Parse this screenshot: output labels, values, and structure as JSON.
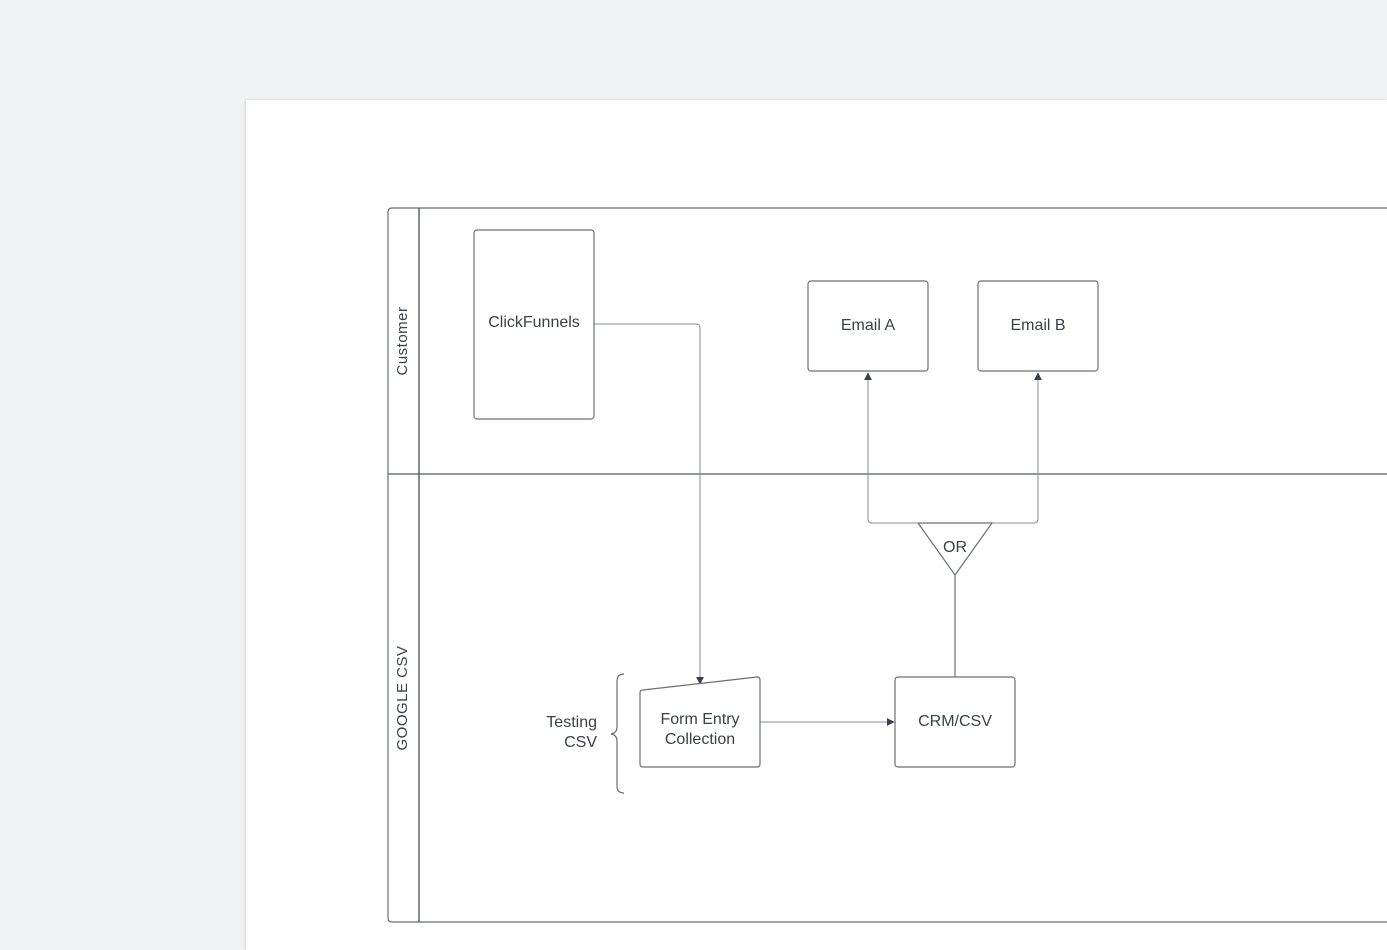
{
  "colors": {
    "background": "#f1f2f4",
    "page": "#ffffff",
    "stroke": "#6b7076",
    "connector": "#8a8f94",
    "arrowhead": "#3a414a",
    "text": "#3a414a"
  },
  "swimlanes": {
    "lanes": [
      {
        "label": "Customer"
      },
      {
        "label": "GOOGLE CSV"
      }
    ]
  },
  "shapes": {
    "clickfunnels": {
      "label": "ClickFunnels"
    },
    "email_a": {
      "label": "Email A"
    },
    "email_b": {
      "label": "Email B"
    },
    "or_gate": {
      "label": "OR"
    },
    "form_entry": {
      "line1": "Form Entry",
      "line2": "Collection"
    },
    "crm_csv": {
      "label": "CRM/CSV"
    },
    "testing_note": {
      "line1": "Testing",
      "line2": "CSV"
    }
  },
  "connectors": [
    {
      "from": "ClickFunnels",
      "to": "Form Entry Collection"
    },
    {
      "from": "Form Entry Collection",
      "to": "CRM/CSV"
    },
    {
      "from": "CRM/CSV",
      "to": "OR"
    },
    {
      "from": "OR",
      "to": "Email A"
    },
    {
      "from": "OR",
      "to": "Email B"
    }
  ]
}
